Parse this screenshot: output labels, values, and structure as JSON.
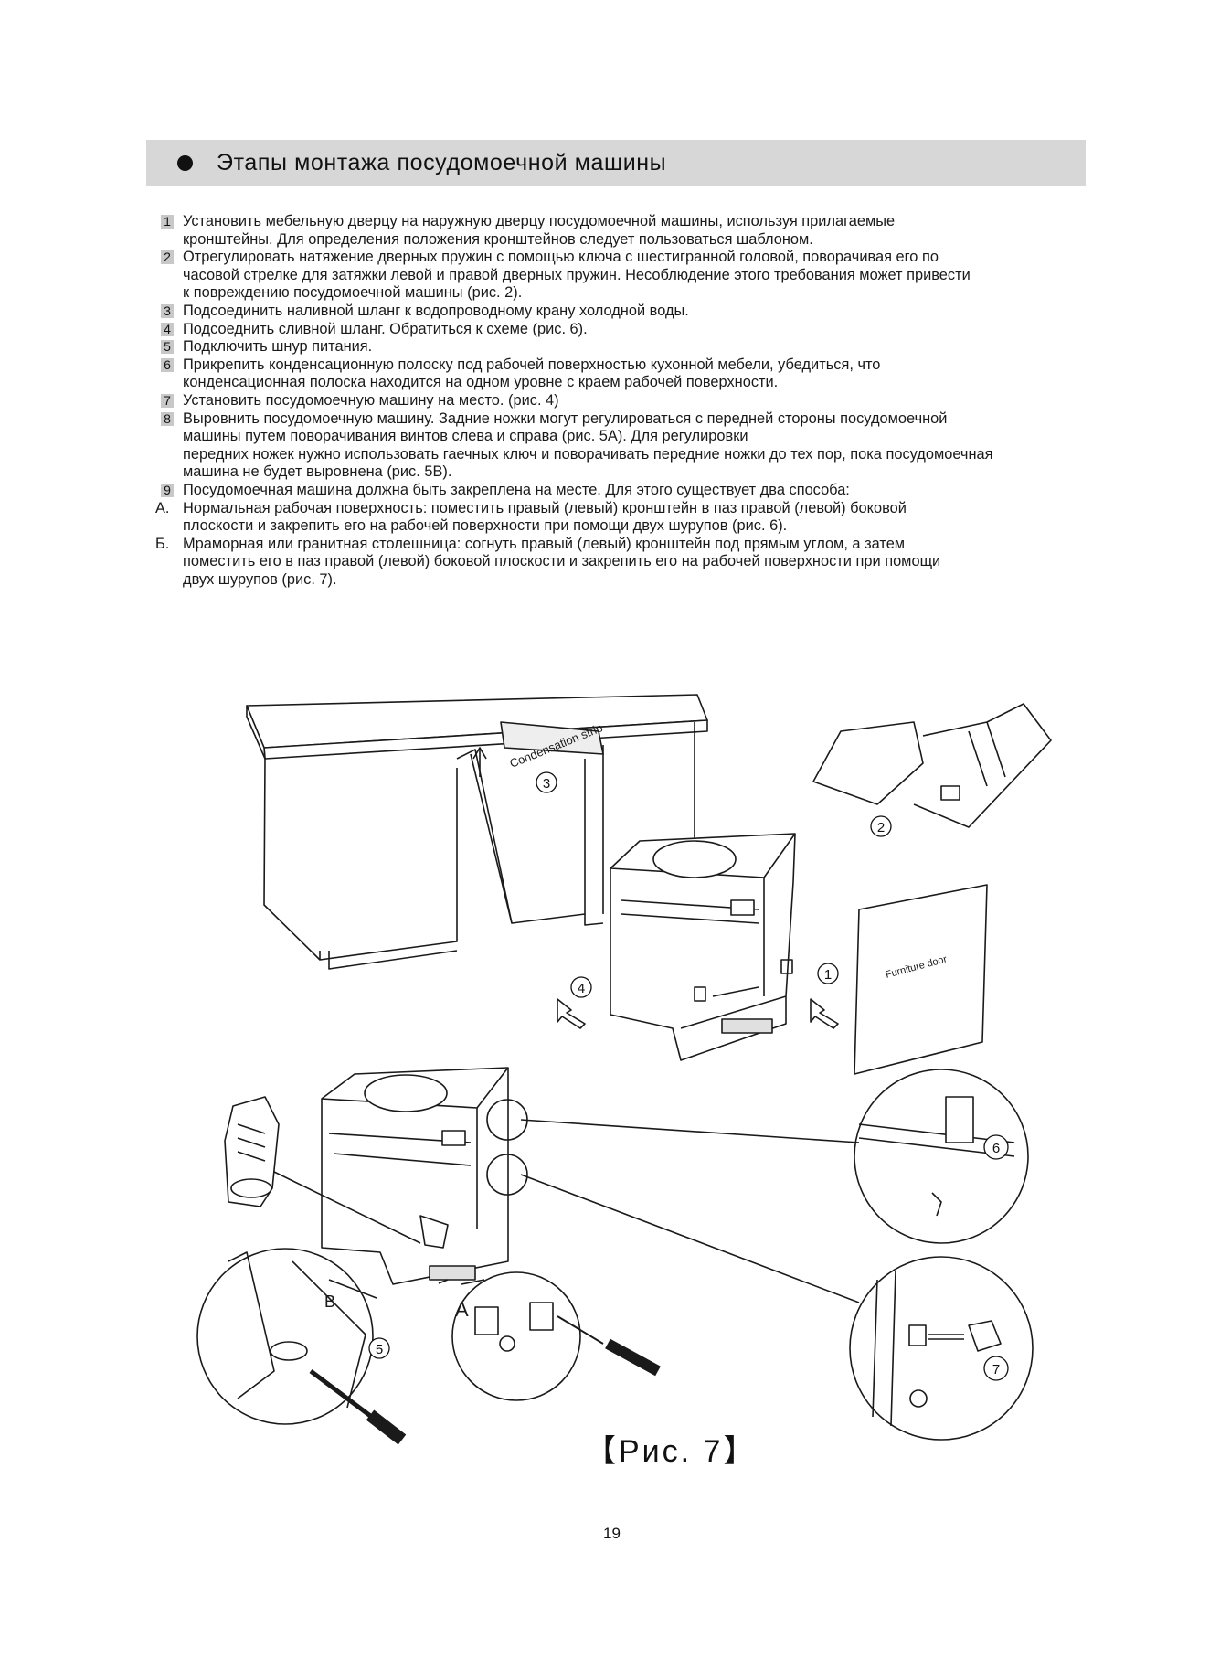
{
  "header": {
    "title": "Этапы монтажа посудомоечной машины"
  },
  "steps": [
    {
      "marker": "1",
      "lines": [
        "Установить мебельную дверцу на наружную дверцу посудомоечной машины, используя прилагаемые",
        "кронштейны. Для определения положения кронштейнов следует пользоваться шаблоном."
      ]
    },
    {
      "marker": "2",
      "lines": [
        "Отрегулировать натяжение дверных пружин с помощью ключа с шестигранной головой, поворачивая его по",
        "часовой стрелке для затяжки левой и правой дверных пружин. Несоблюдение этого требования может привести",
        "к повреждению посудомоечной машины (рис. 2)."
      ]
    },
    {
      "marker": "3",
      "lines": [
        "Подсоединить наливной шланг к водопроводному крану холодной воды."
      ]
    },
    {
      "marker": "4",
      "lines": [
        "Подсоеднить сливной шланг. Обратиться к схеме (рис. 6)."
      ]
    },
    {
      "marker": "5",
      "lines": [
        "Подключить шнур питания."
      ]
    },
    {
      "marker": "6",
      "lines": [
        "Прикрепить конденсационную полоску под рабочей поверхностью кухонной мебели, убедиться, что",
        "конденсационная полоска находится на одном уровне с краем рабочей поверхности."
      ]
    },
    {
      "marker": "7",
      "lines": [
        "Установить посудомоечную машину на место. (рис. 4)"
      ]
    },
    {
      "marker": "8",
      "lines": [
        "Выровнить посудомоечную машину. Задние ножки могут регулироваться с передней стороны посудомоечной",
        "машины путем поворачивания винтов слева и справа (рис. 5А). Для регулировки",
        "передних ножек нужно использовать гаечных ключ и поворачивать передние ножки до тех пор, пока посудомоечная",
        "машина не будет выровнена (рис. 5В)."
      ]
    },
    {
      "marker": "9",
      "lines": [
        "Посудомоечная машина должна быть закреплена на месте. Для этого существует два способа:"
      ]
    },
    {
      "letter": "А.",
      "lines": [
        "Нормальная рабочая поверхность: поместить правый (левый) кронштейн в паз правой (левой) боковой",
        "плоскости и закрепить его на рабочей поверхности при помощи двух шурупов (рис. 6)."
      ]
    },
    {
      "letter": "Б.",
      "lines": [
        "Мраморная или гранитная столешница: согнуть правый (левый) кронштейн под прямым углом, а затем",
        "поместить его в паз правой (левой) боковой плоскости и закрепить его на рабочей поверхности при помощи",
        "двух шурупов (рис. 7)."
      ]
    }
  ],
  "figure": {
    "condensation_label": "Condensation strip",
    "furniture_label": "Furniture door",
    "callouts": {
      "c1": "1",
      "c2": "2",
      "c3": "3",
      "c4": "4",
      "c5": "5",
      "c6": "6",
      "c7": "7"
    },
    "detail_a": "A",
    "detail_b": "B"
  },
  "caption": "【Рис. 7】",
  "page_number": "19"
}
